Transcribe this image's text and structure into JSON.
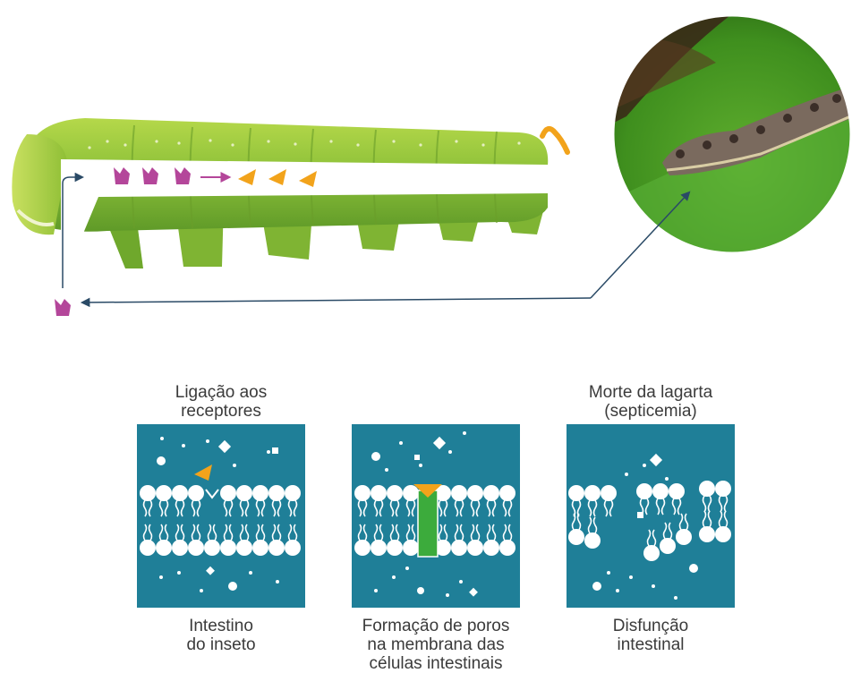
{
  "panels": [
    {
      "top_label": [
        "Ligação aos",
        "receptores"
      ],
      "bottom_label": [
        "Intestino",
        "do inseto"
      ]
    },
    {
      "top_label": [],
      "bottom_label": [
        "Formação de poros",
        "na membrana das",
        "células intestinais"
      ]
    },
    {
      "top_label": [
        "Morte da lagarta",
        "(septicemia)"
      ],
      "bottom_label": [
        "Disfunção",
        "intestinal"
      ]
    }
  ],
  "colors": {
    "panel_bg": "#1f7f98",
    "toxin_crystal": "#b4469a",
    "toxin_active": "#f2a31b",
    "pore": "#3cab3c",
    "arrow": "#2a4a66",
    "caterpillar": "#8fc23a"
  },
  "icons": [
    "caterpillar-illustration",
    "caterpillar-photo",
    "crystal-protein-icon",
    "activated-toxin-icon",
    "lipid-bilayer"
  ]
}
